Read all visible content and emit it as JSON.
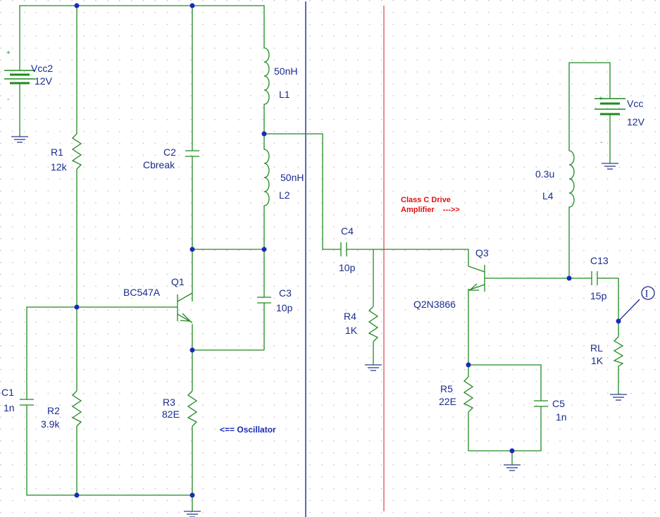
{
  "labels": {
    "vcc2_name": "Vcc2",
    "vcc2_value": "12V",
    "r1_name": "R1",
    "r1_value": "12k",
    "r2_name": "R2",
    "r2_value": "3.9k",
    "c1_name": "C1",
    "c1_value": "1n",
    "c2_name": "C2",
    "c2_value": "Cbreak",
    "q1_name": "Q1",
    "q1_model": "BC547A",
    "r3_name": "R3",
    "r3_value": "82E",
    "l1_value": "50nH",
    "l1_name": "L1",
    "l2_value": "50nH",
    "l2_name": "L2",
    "c3_name": "C3",
    "c3_value": "10p",
    "c4_name": "C4",
    "c4_value": "10p",
    "r4_name": "R4",
    "r4_value": "1K",
    "q3_name": "Q3",
    "q3_model": "Q2N3866",
    "r5_name": "R5",
    "r5_value": "22E",
    "c5_name": "C5",
    "c5_value": "1n",
    "l4_value": "0.3u",
    "l4_name": "L4",
    "vcc_name": "Vcc",
    "vcc_value": "12V",
    "c13_name": "C13",
    "c13_value": "15p",
    "rl_name": "RL",
    "rl_value": "1K",
    "plus": "+",
    "minus": "-",
    "probe_letter": "I"
  },
  "annotations": {
    "oscillator": "<== Oscillator",
    "class_c_line1": "Class C Drive",
    "class_c_line2": "Amplifier    --->>"
  },
  "colors": {
    "wire": "#1f8a1f",
    "label": "#1a2b8c",
    "node": "#1a2bb8",
    "divider_blue": "#1a2b8c",
    "divider_red": "#d02020",
    "grid_dot": "#c8c8c8"
  }
}
